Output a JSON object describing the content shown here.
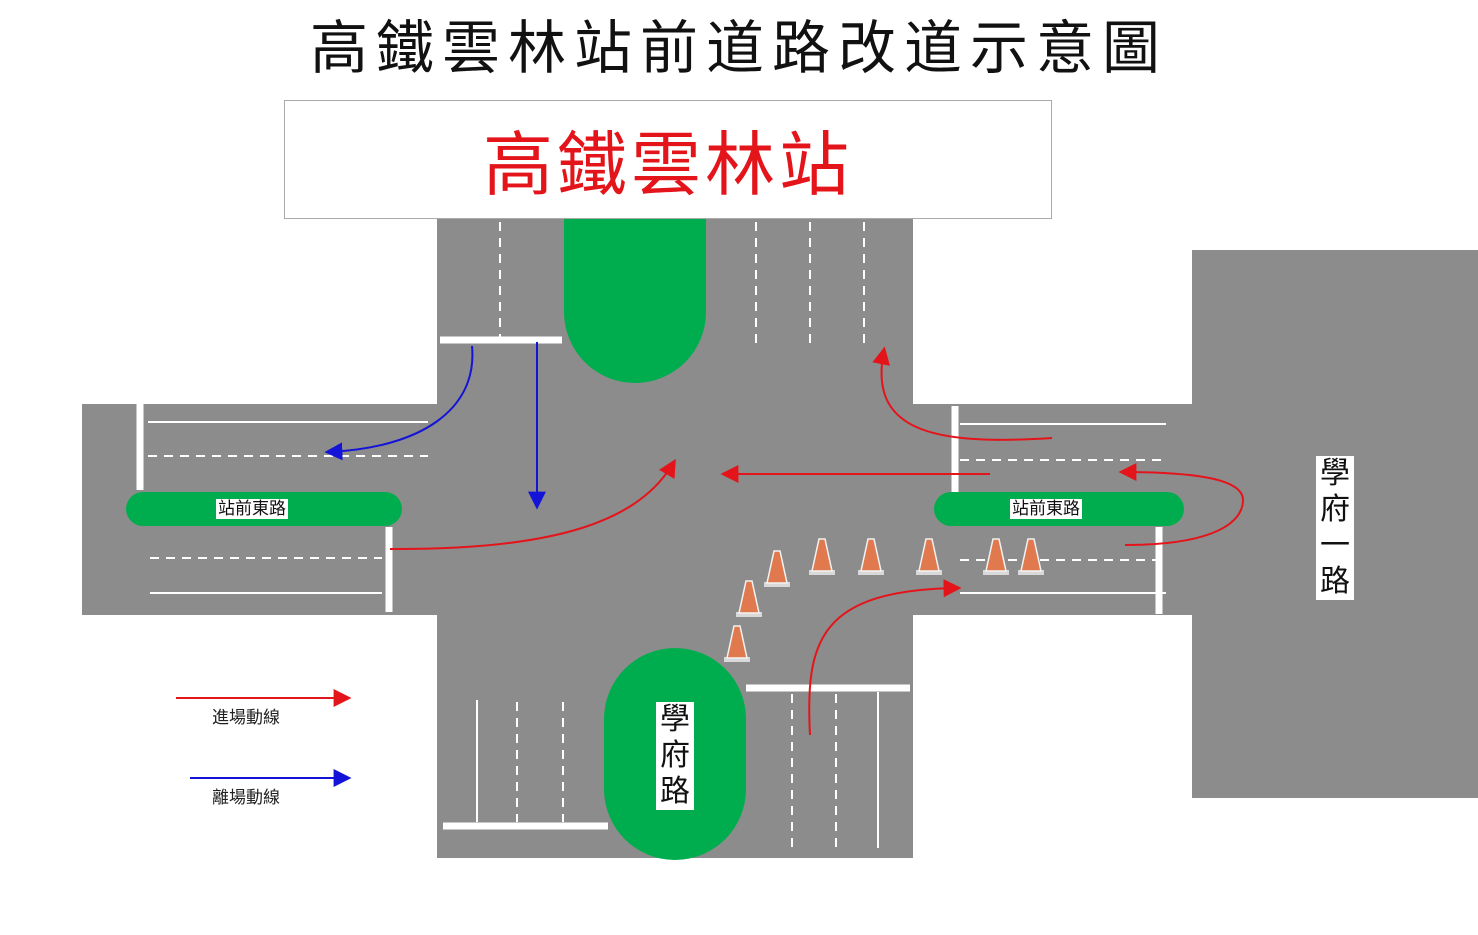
{
  "title": "高鐵雲林站前道路改道示意圖",
  "station_name": "高鐵雲林站",
  "roads": {
    "zhanqian_east_left": "站前東路",
    "zhanqian_east_right": "站前東路",
    "xuefu_road": "學府路",
    "xuefu_first_road": "學府一路"
  },
  "legend": {
    "entry_label": "進場動線",
    "exit_label": "離場動線"
  },
  "colors": {
    "road": "#8c8c8c",
    "island": "#00ad4e",
    "entry": "#e4141b",
    "exit": "#1414d8",
    "cone": "#e07a4e",
    "station_text": "#e4141b"
  }
}
